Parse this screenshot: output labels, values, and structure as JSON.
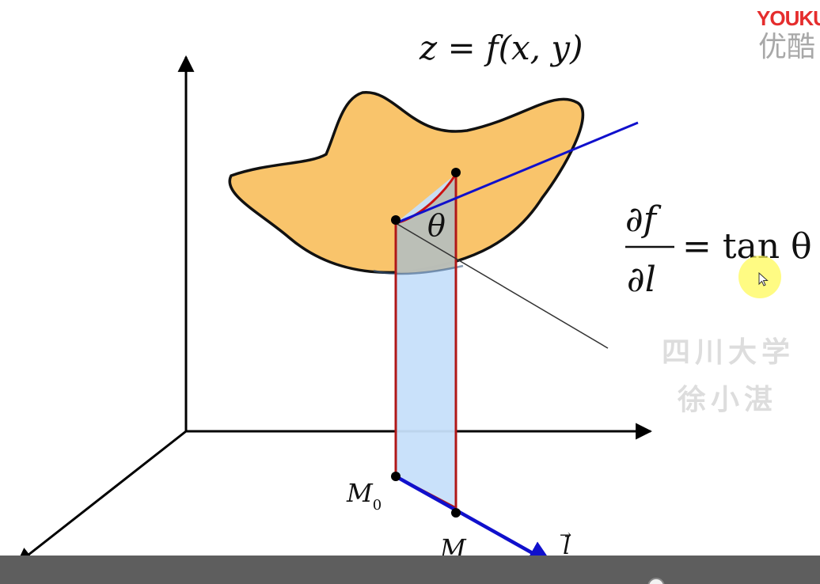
{
  "diagram": {
    "equation_function": "z = f(x, y)",
    "angle_label": "θ",
    "derivative_numerator": "∂f",
    "derivative_denominator": "∂l",
    "derivative_rhs": "= tan θ",
    "point_m0_letter": "M",
    "point_m0_subscript": "0",
    "point_m_label": "M",
    "direction_label": "l",
    "direction_arrow": "→"
  },
  "watermark": {
    "line1": "四川大学",
    "line2": "徐小湛"
  },
  "logo": {
    "brand_top": "YOUKU",
    "brand_bottom": "优酷"
  },
  "colors": {
    "surface_fill": "#f9c46b",
    "plane_fill": "#c6dffa",
    "direction_line": "#1010cc",
    "plane_edge": "#b01818",
    "axis": "#000000",
    "player_bar": "#5e5e5e"
  },
  "icons": {
    "cursor": "cursor-arrow-icon",
    "logo": "youku-logo-icon"
  }
}
